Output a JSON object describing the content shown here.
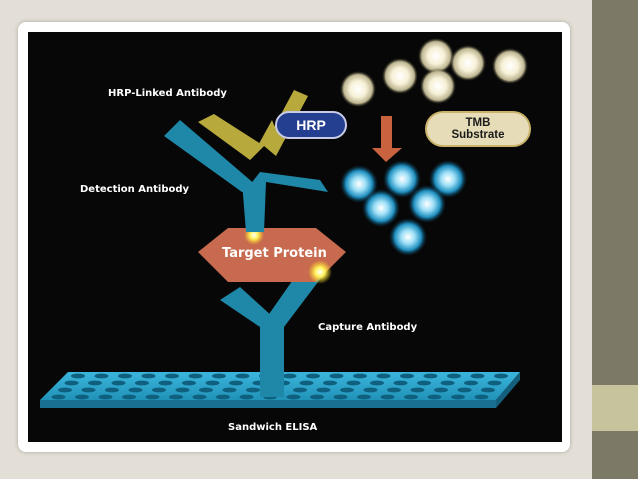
{
  "labels": {
    "hrp_linked_antibody": "HRP-Linked Antibody",
    "detection_antibody": "Detection Antibody",
    "capture_antibody": "Capture Antibody",
    "target_protein": "Target Protein",
    "hrp": "HRP",
    "tmb_line1": "TMB",
    "tmb_line2": "Substrate",
    "caption": "Sandwich ELISA"
  },
  "colors": {
    "page_background": "#e3dfd6",
    "sidebar": "#7c7966",
    "sidebar_accent": "#c7c39d",
    "panel": "#070707",
    "antibody_blue": "#1f87a8",
    "hrp_antibody": "#b7a93c",
    "target_protein": "#c76a4f",
    "hrp_pill": "#243f8f",
    "tmb_pill": "#e6dcb8",
    "arrow": "#c9633f",
    "plate": "#2aa3c9",
    "product_glow": "#3fb6e6",
    "substrate_glow": "#f2eccd"
  }
}
